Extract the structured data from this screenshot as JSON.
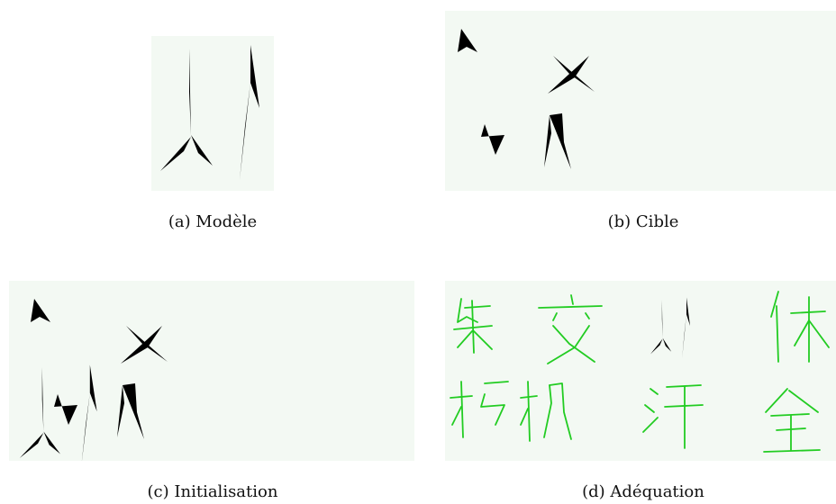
{
  "panels": [
    {
      "id": "a",
      "caption": "(a) Modèle"
    },
    {
      "id": "b",
      "caption": "(b) Cible"
    },
    {
      "id": "c",
      "caption": "(c) Initialisation"
    },
    {
      "id": "d",
      "caption": "(d) Adéquation"
    }
  ],
  "colors": {
    "template_stroke": "#ff1a1a",
    "target_stroke": "#22cc22",
    "matched_stroke": "#1a2fb0",
    "panel_background": "#f3f9f3"
  }
}
